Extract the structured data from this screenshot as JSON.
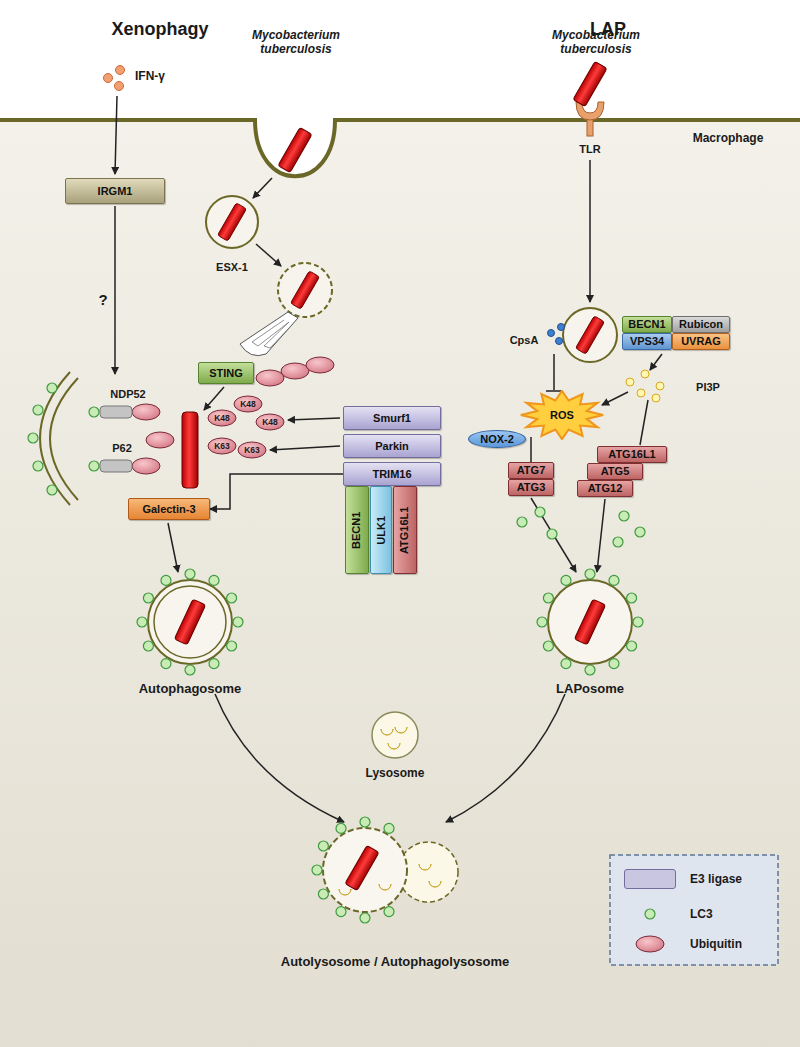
{
  "diagram": {
    "nodes": [
      {
        "text": [
          "IRGM1"
        ]
      },
      {
        "text": [
          "STING"
        ]
      },
      {
        "text": [
          "Smurf1"
        ]
      },
      {
        "text": [
          "Parkin"
        ]
      },
      {
        "text": [
          "TRIM16"
        ]
      },
      {
        "text": [
          "BECN1"
        ]
      },
      {
        "text": [
          "ULK1"
        ]
      },
      {
        "text": [
          "ATG16L1"
        ]
      },
      {
        "text": [
          "Galectin-3"
        ]
      },
      {
        "text": [
          "BECN1"
        ]
      },
      {
        "text": [
          "Rubicon"
        ]
      },
      {
        "text": [
          "VPS34"
        ]
      },
      {
        "text": [
          "UVRAG"
        ]
      },
      {
        "text": [
          "ROS"
        ]
      },
      {
        "text": [
          "NOX-2"
        ]
      },
      {
        "text": [
          "ATG7"
        ]
      },
      {
        "text": [
          "ATG3"
        ]
      },
      {
        "text": [
          "ATG16L1"
        ]
      },
      {
        "text": [
          "ATG5"
        ]
      },
      {
        "text": [
          "ATG12"
        ]
      }
    ],
    "edges": [
      {
        "from": 4,
        "to": 8,
        "arrow": "to"
      },
      {
        "from": 13,
        "to": 15,
        "arrow": "none"
      }
    ],
    "labels": [
      "Xenophagy",
      "LAP",
      "IFN-γ",
      "Mycobacterium tuberculosis",
      "Mycobacterium tuberculosis",
      "Macrophage",
      "?",
      "ESX-1",
      "NDP52",
      "P62",
      "K48",
      "K48",
      "K48",
      "K63",
      "K63",
      "TLR",
      "CpsA",
      "PI3P",
      "Autophagosome",
      "LAPosome",
      "Lysosome",
      "Autolysosome / Autophagolysosome"
    ],
    "legend": [
      {
        "text": "E3 ligase",
        "color": "#c9c6e2"
      },
      {
        "text": "LC3"
      },
      {
        "text": "Ubiquitin"
      }
    ]
  }
}
